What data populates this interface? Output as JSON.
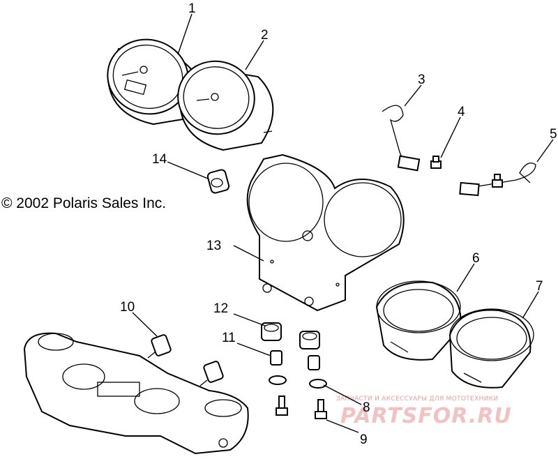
{
  "copyright": "© 2002 Polaris Sales Inc.",
  "watermark": {
    "line1": "ЗАПЧАСТИ И АКСЕССУАРЫ ДЛЯ МОТОТЕХНИКИ",
    "brand": "PARTSFOR.RU"
  },
  "callouts": [
    "1",
    "2",
    "3",
    "4",
    "5",
    "6",
    "7",
    "8",
    "9",
    "10",
    "11",
    "12",
    "13",
    "14"
  ]
}
